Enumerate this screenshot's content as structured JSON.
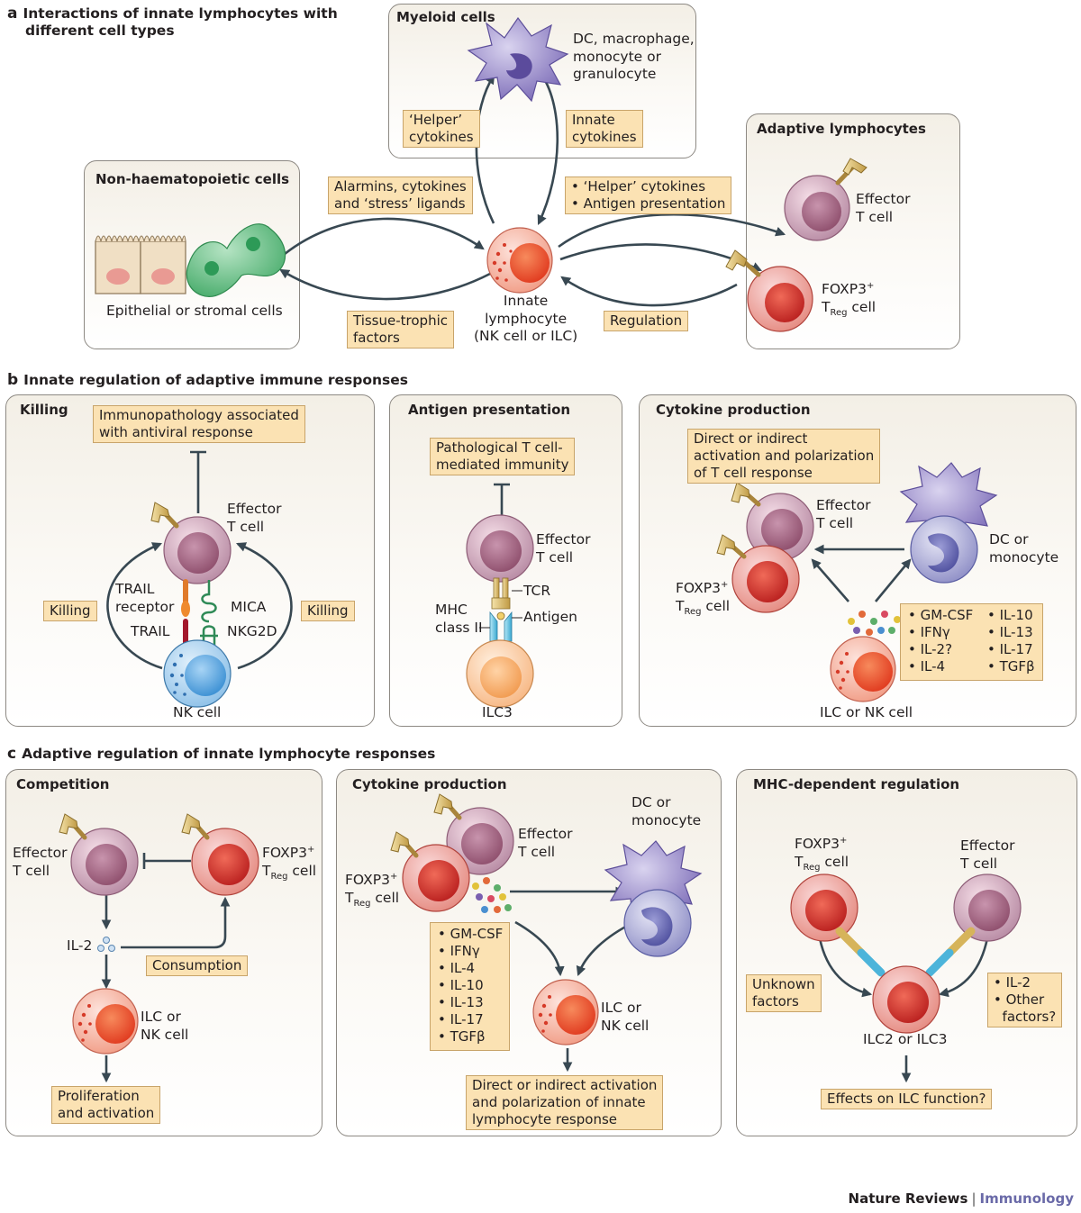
{
  "colors": {
    "panel_border": "#8d8983",
    "label_fill": "#fbe2b3",
    "arrow": "#384852",
    "effector_t": "#b07c96",
    "treg": "#d83d34",
    "innate": "#e55a3e",
    "nk": "#3a8fd3",
    "myeloid": "#7d6db8",
    "ilc3": "#f19a4f",
    "journal_accent": "#6a6aa8"
  },
  "a": {
    "letter": "a",
    "title_line1": "Interactions of innate lymphocytes with",
    "title_line2": "different cell types",
    "myeloid": {
      "title": "Myeloid cells",
      "cell_line1": "DC, macrophage,",
      "cell_line2": "monocyte or",
      "cell_line3": "granulocyte",
      "helper_line1": "‘Helper’",
      "helper_line2": "cytokines",
      "innate_line1": "Innate",
      "innate_line2": "cytokines"
    },
    "nonhaem": {
      "title": "Non-haematopoietic cells",
      "cell_label": "Epithelial or stromal cells"
    },
    "adaptive": {
      "title": "Adaptive lymphocytes",
      "effector_line1": "Effector",
      "effector_line2": "T cell",
      "treg_line1": "FOXP3",
      "treg_sup": "+",
      "treg_t": "T",
      "treg_sub": "Reg",
      "treg_cell": " cell"
    },
    "alarmins_line1": "Alarmins, cytokines",
    "alarmins_line2": "and ‘stress’ ligands",
    "helper_ag_line1": "• ‘Helper’ cytokines",
    "helper_ag_line2": "• Antigen presentation",
    "tissue_line1": "Tissue-trophic",
    "tissue_line2": "factors",
    "regulation": "Regulation",
    "innate_line1": "Innate",
    "innate_line2": "lymphocyte",
    "innate_line3": "(NK cell or ILC)"
  },
  "b": {
    "letter": "b",
    "title": "Innate regulation of adaptive immune responses",
    "killing": {
      "title": "Killing",
      "box_line1": "Immunopathology associated",
      "box_line2": "with antiviral response",
      "effector_line1": "Effector",
      "effector_line2": "T cell",
      "trail_receptor_line1": "TRAIL",
      "trail_receptor_line2": "receptor",
      "trail": "TRAIL",
      "mica": "MICA",
      "nkg2d": "NKG2D",
      "killing_left": "Killing",
      "killing_right": "Killing",
      "nk_cell": "NK cell"
    },
    "antigen": {
      "title": "Antigen presentation",
      "box_line1": "Pathological T cell-",
      "box_line2": "mediated immunity",
      "effector_line1": "Effector",
      "effector_line2": "T cell",
      "tcr": "TCR",
      "mhc_line1": "MHC",
      "mhc_line2": "class II",
      "antigen": "Antigen",
      "ilc3": "ILC3"
    },
    "cytokine": {
      "title": "Cytokine production",
      "box_line1": "Direct or indirect",
      "box_line2": "activation and polarization",
      "box_line3": "of T cell response",
      "effector_line1": "Effector",
      "effector_line2": "T cell",
      "treg_line1": "FOXP3",
      "treg_sup": "+",
      "treg_t": "T",
      "treg_sub": "Reg",
      "treg_cell": " cell",
      "dc_line1": "DC or",
      "dc_line2": "monocyte",
      "list_left": [
        "• GM-CSF",
        "• IFNγ",
        "• IL-2?",
        "• IL-4"
      ],
      "list_right": [
        "• IL-10",
        "• IL-13",
        "• IL-17",
        "• TGFβ"
      ],
      "ilc_nk": "ILC or NK cell"
    }
  },
  "c": {
    "letter": "c",
    "title": "Adaptive regulation of innate lymphocyte responses",
    "competition": {
      "title": "Competition",
      "effector_line1": "Effector",
      "effector_line2": "T cell",
      "treg_line1": "FOXP3",
      "treg_sup": "+",
      "treg_t": "T",
      "treg_sub": "Reg",
      "treg_cell": " cell",
      "il2": "IL-2",
      "consumption": "Consumption",
      "ilc_line1": "ILC or",
      "ilc_line2": "NK cell",
      "prolif_line1": "Proliferation",
      "prolif_line2": "and activation"
    },
    "cytokine": {
      "title": "Cytokine production",
      "effector_line1": "Effector",
      "effector_line2": "T cell",
      "treg_line1": "FOXP3",
      "treg_sup": "+",
      "treg_t": "T",
      "treg_sub": "Reg",
      "treg_cell": " cell",
      "dc_line1": "DC or",
      "dc_line2": "monocyte",
      "list": [
        "• GM-CSF",
        "• IFNγ",
        "• IL-4",
        "• IL-10",
        "• IL-13",
        "• IL-17",
        "• TGFβ"
      ],
      "ilc_line1": "ILC or",
      "ilc_line2": "NK cell",
      "box_line1": "Direct or indirect activation",
      "box_line2": "and polarization of innate",
      "box_line3": "lymphocyte response"
    },
    "mhc": {
      "title": "MHC-dependent regulation",
      "treg_line1": "FOXP3",
      "treg_sup": "+",
      "treg_t": "T",
      "treg_sub": "Reg",
      "treg_cell": " cell",
      "effector_line1": "Effector",
      "effector_line2": "T cell",
      "unknown_line1": "Unknown",
      "unknown_line2": "factors",
      "il2_line1": "• IL-2",
      "il2_line2": "• Other",
      "il2_line3": "  factors?",
      "ilc": "ILC2 or ILC3",
      "effects": "Effects on ILC function?"
    }
  },
  "footer": {
    "journal": "Nature Reviews",
    "separator": "|",
    "subject": "Immunology"
  }
}
